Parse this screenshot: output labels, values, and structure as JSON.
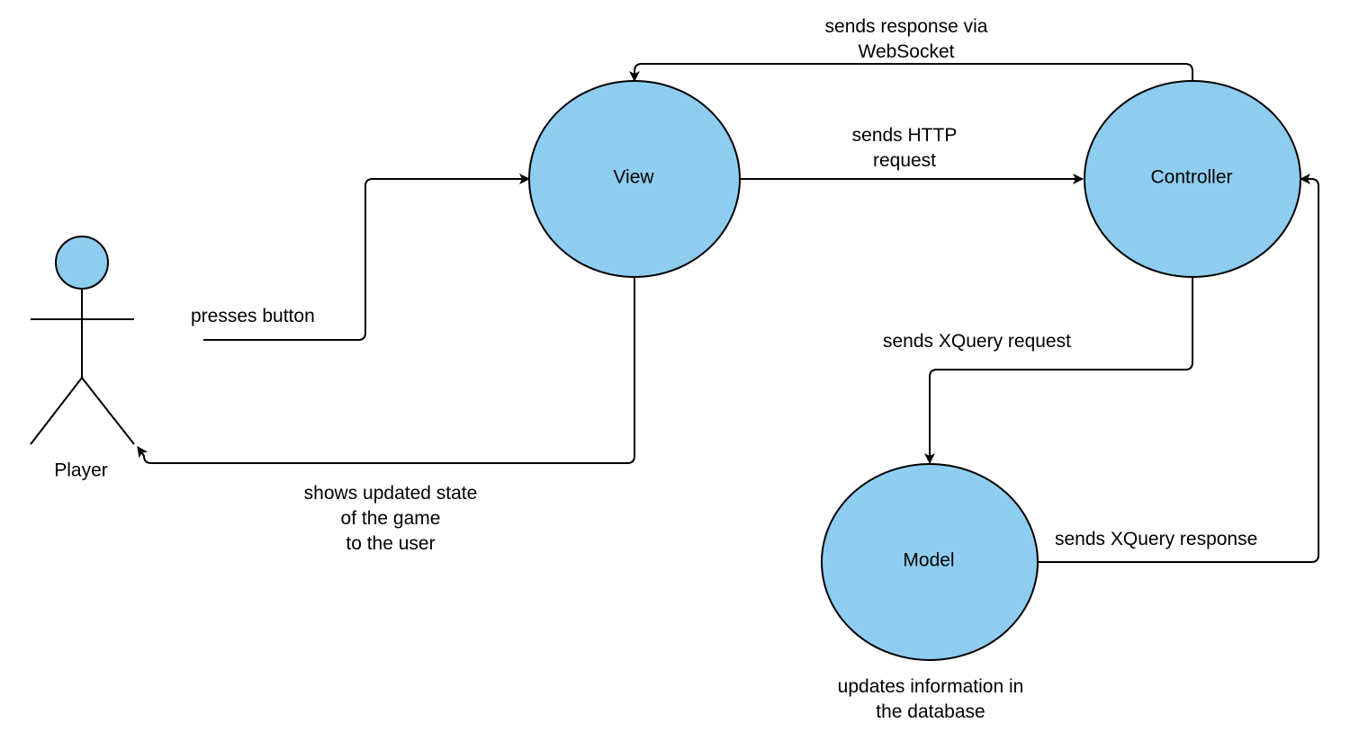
{
  "colors": {
    "node_fill": "#8ECDF0",
    "stroke": "#000000",
    "text": "#000000",
    "background": "#ffffff"
  },
  "actor": {
    "label": "Player"
  },
  "nodes": {
    "view": "View",
    "controller": "Controller",
    "model": "Model"
  },
  "edges": {
    "presses_button": "presses button",
    "shows_updated": [
      "shows updated state",
      "of the game",
      "to the user"
    ],
    "sends_http": [
      "sends HTTP",
      "request"
    ],
    "sends_response": [
      "sends response via",
      "WebSocket"
    ],
    "sends_xquery_request": "sends XQuery request",
    "sends_xquery_response": "sends XQuery response"
  },
  "notes": {
    "model_note": [
      "updates information in",
      "the database"
    ]
  }
}
